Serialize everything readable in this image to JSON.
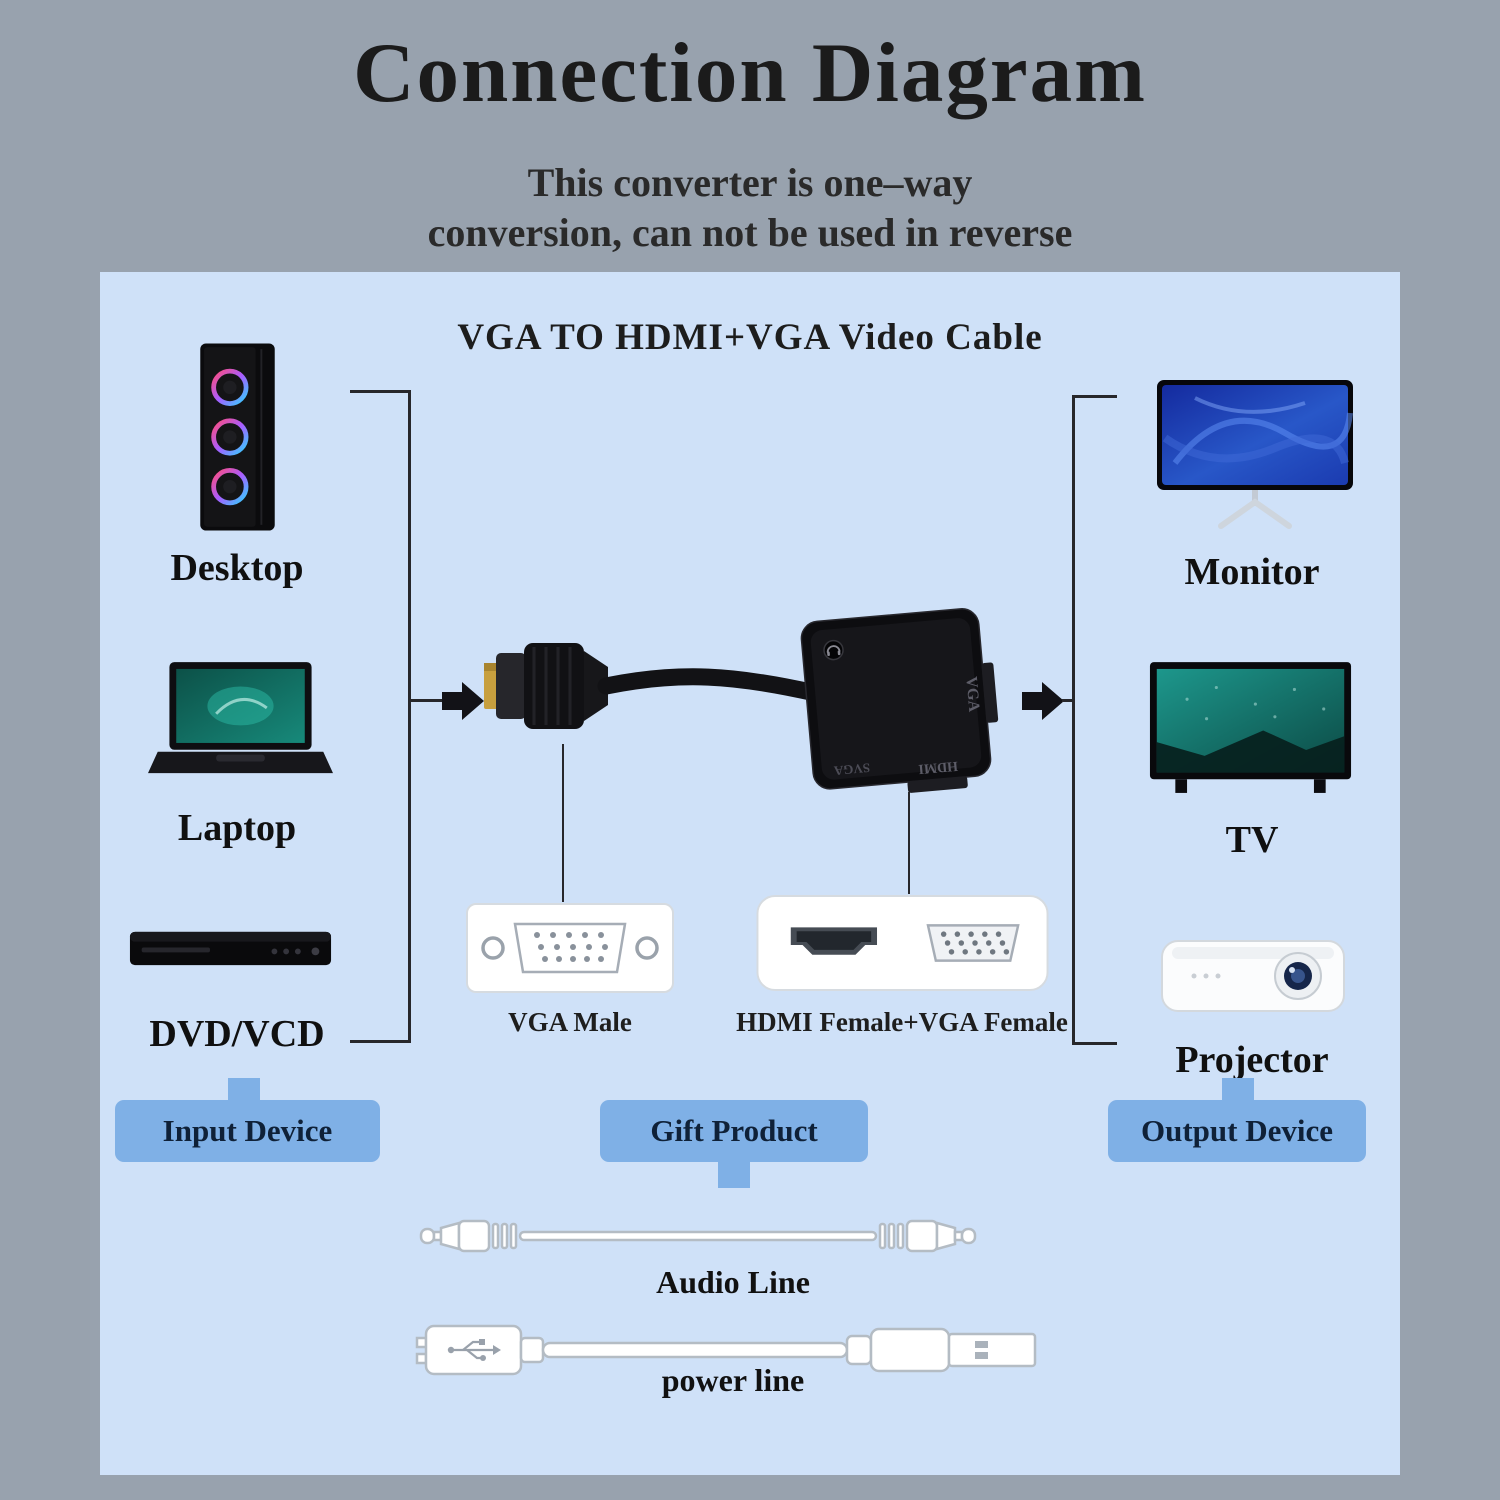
{
  "page": {
    "title": "Connection Diagram",
    "subtitle_line1": "This converter is one–way",
    "subtitle_line2": "conversion, can not be used in reverse"
  },
  "panel": {
    "heading": "VGA TO HDMI+VGA Video Cable",
    "input_devices": [
      {
        "label": "Desktop"
      },
      {
        "label": "Laptop"
      },
      {
        "label": "DVD/VCD"
      }
    ],
    "output_devices": [
      {
        "label": "Monitor"
      },
      {
        "label": "TV"
      },
      {
        "label": "Projector"
      }
    ],
    "adapter": {
      "vga_port_label": "VGA",
      "hdmi_port_label": "HDMI",
      "svga_port_label": "SVGA"
    },
    "callouts": {
      "vga_male": "VGA Male",
      "hdmi_vga_female": "HDMI Female+VGA Female"
    },
    "badges": {
      "input": "Input Device",
      "gift": "Gift Product",
      "output": "Output Device"
    },
    "cables": {
      "audio": "Audio Line",
      "power": "power line"
    }
  },
  "colors": {
    "background": "#98a2ae",
    "panel": "#cfe1f8",
    "badge": "#7fb0e6",
    "line": "#27272b"
  }
}
